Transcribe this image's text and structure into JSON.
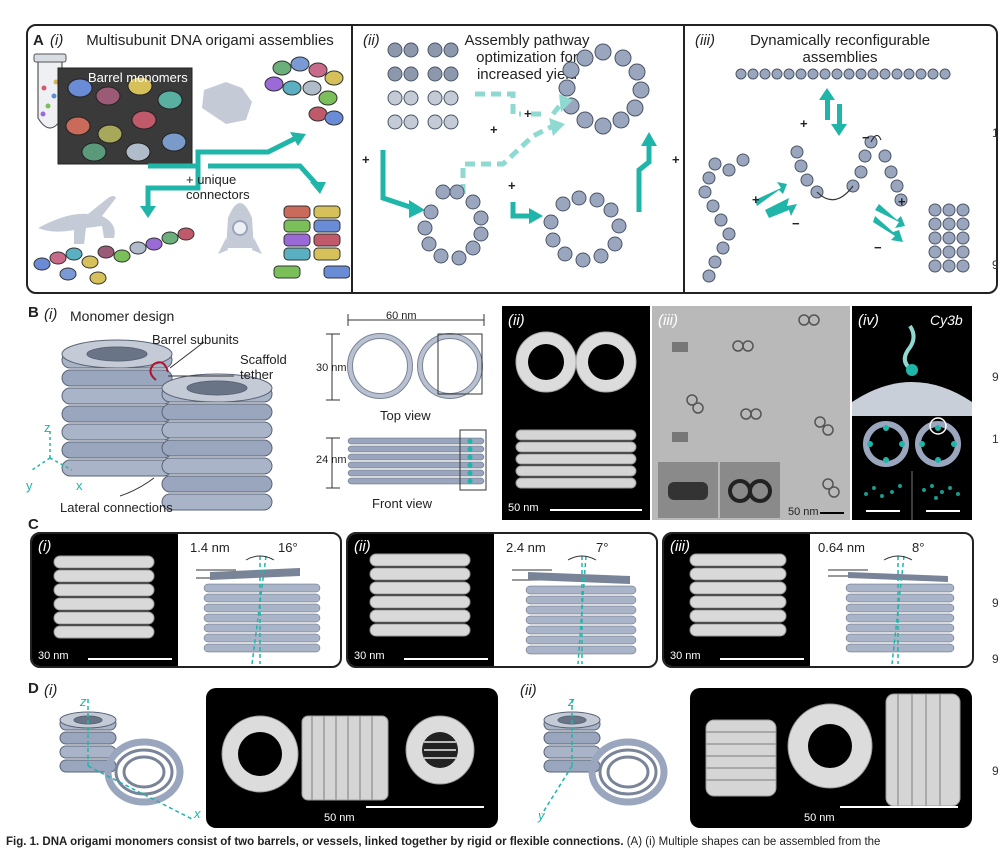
{
  "panelA": {
    "letter": "A",
    "i": {
      "roman": "(i)",
      "title": "Multisubunit DNA origami assemblies",
      "barrel": "Barrel monomers",
      "connectors": "+ unique\nconnectors"
    },
    "ii": {
      "roman": "(ii)",
      "title": "Assembly pathway\noptimization for\nincreased yield",
      "plus": "+"
    },
    "iii": {
      "roman": "(iii)",
      "title": "Dynamically reconfigurable\nassemblies",
      "plus": "+",
      "minus": "−"
    }
  },
  "panelB": {
    "letter": "B",
    "i": {
      "roman": "(i)",
      "title": "Monomer design",
      "barrel_subunits": "Barrel subunits",
      "scaffold_tether": "Scaffold\ntether",
      "lateral": "Lateral connections",
      "axis_z": "z",
      "axis_y": "y",
      "axis_x": "x"
    },
    "dims": {
      "width": "60 nm",
      "height_top": "30 nm",
      "height_front": "24 nm",
      "top_view": "Top view",
      "front_view": "Front view"
    },
    "ii": {
      "roman": "(ii)",
      "scale": "50 nm"
    },
    "iii": {
      "roman": "(iii)",
      "scale": "50 nm"
    },
    "iv": {
      "roman": "(iv)",
      "dye": "Cy3b"
    }
  },
  "panelC": {
    "letter": "C",
    "items": [
      {
        "roman": "(i)",
        "dist": "1.4 nm",
        "angle": "16°",
        "scale": "30 nm"
      },
      {
        "roman": "(ii)",
        "dist": "2.4 nm",
        "angle": "7°",
        "scale": "30 nm"
      },
      {
        "roman": "(iii)",
        "dist": "0.64 nm",
        "angle": "8°",
        "scale": "30 nm"
      }
    ]
  },
  "panelD": {
    "letter": "D",
    "i": {
      "roman": "(i)",
      "z": "z",
      "x": "x",
      "scale": "50 nm"
    },
    "ii": {
      "roman": "(ii)",
      "z": "z",
      "y": "y",
      "scale": "50 nm"
    }
  },
  "caption": {
    "bold": "Fig. 1. DNA origami monomers consist of two barrels, or vessels, linked together by rigid or flexible connections.",
    "rest": " (A) (i) Multiple shapes can be assembled from the"
  },
  "margin_glyphs": [
    "1",
    "9",
    "9",
    "1",
    "9",
    "9",
    "9"
  ],
  "colors": {
    "teal": "#1fb5a8",
    "teal_light": "#8ed9d1",
    "barrel": "#9aa6bd",
    "barrel_dark": "#4b5566"
  }
}
